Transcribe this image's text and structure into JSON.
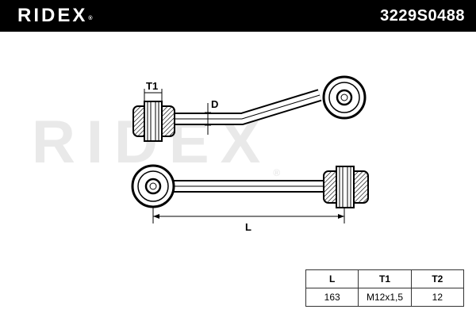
{
  "header": {
    "brand": "RIDEX",
    "brand_mark": "®",
    "part_number": "3229S0488",
    "background_color": "#000000",
    "text_color": "#ffffff"
  },
  "watermark": {
    "text": "RIDEX",
    "mark": "®",
    "color": "#e9e9e9"
  },
  "drawing": {
    "labels": {
      "t1": "T1",
      "d": "D",
      "l": "L"
    }
  },
  "specs_table": {
    "headers": [
      "L",
      "T1",
      "T2"
    ],
    "values": [
      "163",
      "M12x1,5",
      "12"
    ]
  }
}
